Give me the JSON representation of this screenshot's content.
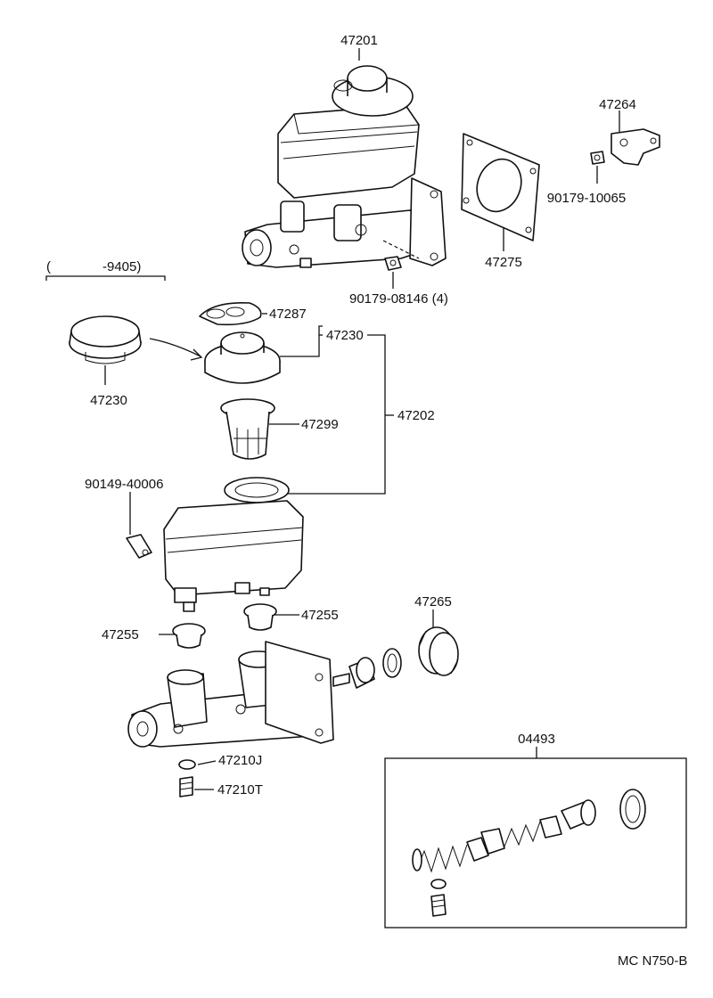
{
  "labels": {
    "p47201": "47201",
    "p47264": "47264",
    "p90179_10065": "90179-10065",
    "p47275": "47275",
    "p90179_08146": "90179-08146 (4)",
    "range_start": "(",
    "range_end": "-9405)",
    "p47287": "47287",
    "p47230_right": "47230",
    "p47230_left": "47230",
    "p47299": "47299",
    "p47202": "47202",
    "p90149_40006": "90149-40006",
    "p47255_right": "47255",
    "p47255_left": "47255",
    "p47265": "47265",
    "p47210J": "47210J",
    "p47210T": "47210T",
    "p04493": "04493",
    "footer_code": "MC  N750-B"
  }
}
